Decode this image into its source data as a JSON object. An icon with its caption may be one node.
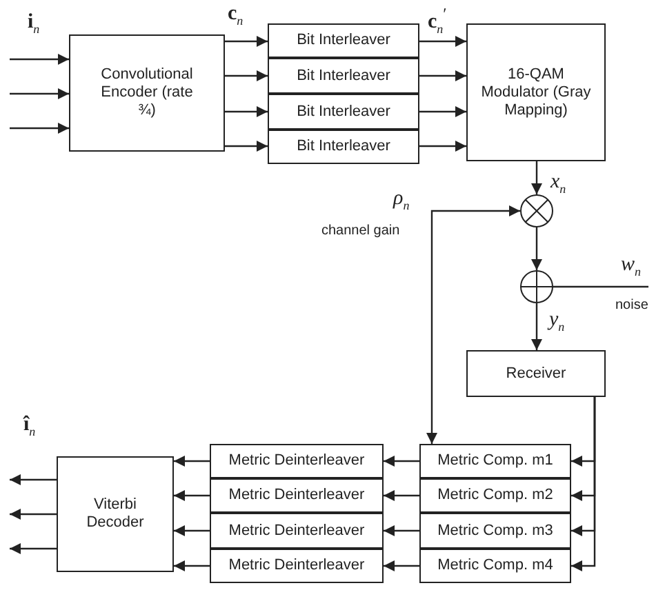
{
  "diagram": {
    "nodes": [
      {
        "text": [
          "Convolutional Encoder (rate ¾)"
        ]
      },
      {
        "text": [
          "Bit Interleaver"
        ]
      },
      {
        "text": [
          "Bit Interleaver"
        ]
      },
      {
        "text": [
          "Bit Interleaver"
        ]
      },
      {
        "text": [
          "Bit Interleaver"
        ]
      },
      {
        "text": [
          "16-QAM Modulator (Gray Mapping)"
        ]
      },
      {
        "text": [],
        "shape": "circle"
      },
      {
        "text": [],
        "shape": "circle"
      },
      {
        "text": [
          "Receiver"
        ]
      },
      {
        "text": [
          "Metric Comp. m1"
        ]
      },
      {
        "text": [
          "Metric Comp. m2"
        ]
      },
      {
        "text": [
          "Metric Comp. m3"
        ]
      },
      {
        "text": [
          "Metric Comp. m4"
        ]
      },
      {
        "text": [
          "Metric Deinterleaver"
        ]
      },
      {
        "text": [
          "Metric Deinterleaver"
        ]
      },
      {
        "text": [
          "Metric Deinterleaver"
        ]
      },
      {
        "text": [
          "Metric Deinterleaver"
        ]
      },
      {
        "text": [
          "Viterbi Decoder"
        ]
      }
    ],
    "edges": [
      {
        "from": null,
        "to": 0,
        "arrow": "to"
      },
      {
        "from": null,
        "to": 0,
        "arrow": "to"
      },
      {
        "from": null,
        "to": 0,
        "arrow": "to"
      },
      {
        "from": 0,
        "to": 1,
        "arrow": "to"
      },
      {
        "from": 0,
        "to": 2,
        "arrow": "to"
      },
      {
        "from": 0,
        "to": 3,
        "arrow": "to"
      },
      {
        "from": 0,
        "to": 4,
        "arrow": "to"
      },
      {
        "from": 1,
        "to": 5,
        "arrow": "to"
      },
      {
        "from": 2,
        "to": 5,
        "arrow": "to"
      },
      {
        "from": 3,
        "to": 5,
        "arrow": "to"
      },
      {
        "from": 4,
        "to": 5,
        "arrow": "to"
      },
      {
        "from": 5,
        "to": 6,
        "arrow": "to"
      },
      {
        "from": 6,
        "to": 7,
        "arrow": "to"
      },
      {
        "from": null,
        "to": 7,
        "arrow": "to"
      },
      {
        "from": 7,
        "to": 8,
        "arrow": "to"
      },
      {
        "from": 6,
        "to": 9,
        "arrow": "both"
      },
      {
        "from": 8,
        "to": 9,
        "arrow": "to"
      },
      {
        "from": 8,
        "to": 10,
        "arrow": "to"
      },
      {
        "from": 8,
        "to": 11,
        "arrow": "to"
      },
      {
        "from": 8,
        "to": 12,
        "arrow": "to"
      },
      {
        "from": 9,
        "to": 13,
        "arrow": "to"
      },
      {
        "from": 10,
        "to": 14,
        "arrow": "to"
      },
      {
        "from": 11,
        "to": 15,
        "arrow": "to"
      },
      {
        "from": 12,
        "to": 16,
        "arrow": "to"
      },
      {
        "from": 13,
        "to": 17,
        "arrow": "to"
      },
      {
        "from": 14,
        "to": 17,
        "arrow": "to"
      },
      {
        "from": 15,
        "to": 17,
        "arrow": "to"
      },
      {
        "from": 16,
        "to": 17,
        "arrow": "to"
      },
      {
        "from": 17,
        "to": null,
        "arrow": "to"
      },
      {
        "from": 17,
        "to": null,
        "arrow": "to"
      },
      {
        "from": 17,
        "to": null,
        "arrow": "to"
      }
    ],
    "labels": [
      "**i**$_{n}$",
      "**c**$_{n}$",
      "**c**$_{n}$$^{′}$",
      "*x*$_{n}$",
      "*ρ*$_{n}$",
      "channel gain",
      "*w*$_{n}$",
      "noise",
      "*y*$_{n}$",
      "**î**$_{n}$"
    ]
  }
}
